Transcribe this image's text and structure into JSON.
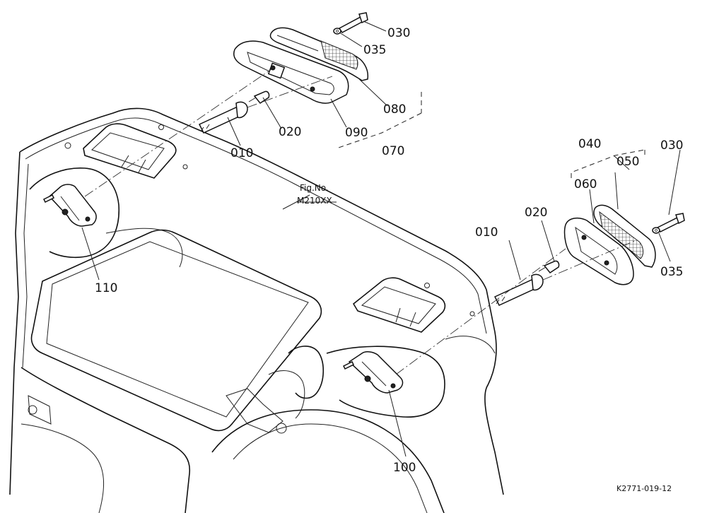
{
  "figure": {
    "reference_label": "Fig.No.",
    "reference_code": "M210XX",
    "drawing_code": "K2771-019-12"
  },
  "callouts": {
    "left_assembly": {
      "bolt": "030",
      "washer": "035",
      "lens": "080",
      "housing": "090",
      "bulb": "020",
      "socket": "010",
      "assembly": "070",
      "bracket": "110"
    },
    "right_assembly": {
      "assembly": "040",
      "lens": "050",
      "housing": "060",
      "bolt": "030",
      "washer": "035",
      "bulb": "020",
      "socket": "010",
      "bracket": "100"
    }
  },
  "colors": {
    "line": "#111111",
    "background": "#ffffff"
  }
}
